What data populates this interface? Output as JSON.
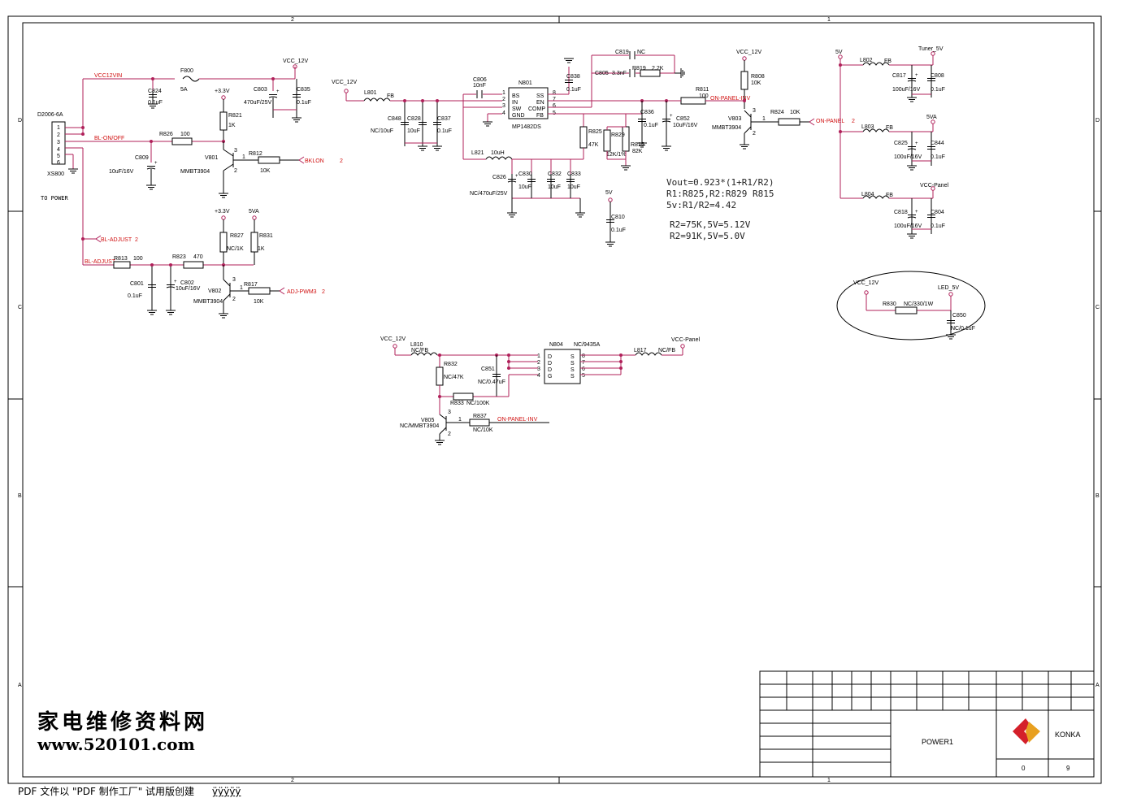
{
  "border": {
    "zone_numbers_top": [
      "2",
      "1"
    ],
    "zone_numbers_bottom": [
      "2",
      "1"
    ],
    "zone_letters_left": [
      "D",
      "C",
      "B",
      "A"
    ],
    "zone_letters_right": [
      "D",
      "C",
      "B",
      "A"
    ]
  },
  "connector": {
    "ref": "D2006-6A",
    "name": "XS800",
    "pins": [
      "1",
      "2",
      "3",
      "4",
      "5",
      "6"
    ],
    "caption": "TO POWER"
  },
  "nets": {
    "vcc12vin": "VCC12VIN",
    "bl_onoff": "BL-ON/OFF",
    "bkl_on": "BKLON",
    "bkl_on_sheet": "2",
    "bl_adjust_port": "BL-ADJUST",
    "bl_adjust_port_sheet": "2",
    "bl_adjust": "BL-ADJUST",
    "adj_pwm3": "ADJ-PWM3",
    "adj_pwm3_sheet": "2",
    "on_panel_inv": "ON-PANEL-INV",
    "on_panel": "ON-PANEL",
    "on_panel_sheet": "2",
    "on_panel_inv2": "ON-PANEL-INV",
    "vcc12v_a": "VCC_12V",
    "vcc12v_b": "VCC_12V",
    "vcc12v_c": "VCC_12V",
    "vcc12v_d": "VCC_12V",
    "vcc12v_e": "VCC_12V",
    "p33_a": "+3.3V",
    "p33_b": "+3.3V",
    "fiveva_a": "5VA",
    "fiveva_b": "5VA",
    "five_v_a": "5V",
    "five_v_b": "5V",
    "tuner5v": "Tuner_5V",
    "vcc_panel_a": "VCC-Panel",
    "vcc_panel_b": "VCC-Panel",
    "led5v": "LED_5V"
  },
  "fuse": {
    "ref": "F800",
    "value": "5A"
  },
  "caps": {
    "c824": {
      "ref": "C824",
      "value": "0.1uF"
    },
    "c803": {
      "ref": "C803",
      "value": "470uF/25V"
    },
    "c835": {
      "ref": "C835",
      "value": "0.1uF"
    },
    "c809": {
      "ref": "C809",
      "value": "10uF/16V"
    },
    "c801": {
      "ref": "C801",
      "value": "0.1uF"
    },
    "c802": {
      "ref": "C802",
      "value": "10uF/16V"
    },
    "c848": {
      "ref": "C848",
      "value": "NC/10uF"
    },
    "c828": {
      "ref": "C828",
      "value": "10uF"
    },
    "c837": {
      "ref": "C837",
      "value": "0.1uF"
    },
    "c806": {
      "ref": "C806",
      "value": "10nF"
    },
    "c838": {
      "ref": "C838",
      "value": "0.1uF"
    },
    "c819": {
      "ref": "C819",
      "value": "NC"
    },
    "c805": {
      "ref": "C805",
      "value": "3.3nF"
    },
    "c836": {
      "ref": "C836",
      "value": "0.1uF"
    },
    "c852": {
      "ref": "C852",
      "value": "10uF/16V"
    },
    "c826": {
      "ref": "C826",
      "value": "NC/470uF/25V"
    },
    "c830": {
      "ref": "C830",
      "value": "10uF"
    },
    "c832": {
      "ref": "C832",
      "value": "10uF"
    },
    "c833": {
      "ref": "C833",
      "value": "10uF"
    },
    "c810": {
      "ref": "C810",
      "value": "0.1uF"
    },
    "c817": {
      "ref": "C817",
      "value": "100uF/16V"
    },
    "c808": {
      "ref": "C808",
      "value": "0.1uF"
    },
    "c825": {
      "ref": "C825",
      "value": "100uF/16V"
    },
    "c844": {
      "ref": "C844",
      "value": "0.1uF"
    },
    "c818": {
      "ref": "C818",
      "value": "100uF/16V"
    },
    "c804": {
      "ref": "C804",
      "value": "0.1uF"
    },
    "c851": {
      "ref": "C851",
      "value": "NC/0.47uF"
    },
    "c850": {
      "ref": "C850",
      "value": "NC/0.1uF"
    }
  },
  "resistors": {
    "r826": {
      "ref": "R826",
      "value": "100"
    },
    "r821": {
      "ref": "R821",
      "value": "1K"
    },
    "r812": {
      "ref": "R812",
      "value": "10K"
    },
    "r827": {
      "ref": "R827",
      "value": "NC/1K"
    },
    "r831": {
      "ref": "R831",
      "value": "1K"
    },
    "r813": {
      "ref": "R813",
      "value": "100"
    },
    "r823": {
      "ref": "R823",
      "value": "470"
    },
    "r817": {
      "ref": "R817",
      "value": "10K"
    },
    "r819": {
      "ref": "R819",
      "value": "2.2K"
    },
    "r811": {
      "ref": "R811",
      "value": "100"
    },
    "r825": {
      "ref": "R825",
      "value": "47K"
    },
    "r829": {
      "ref": "R829",
      "value": "12K/1%"
    },
    "r815": {
      "ref": "R815",
      "value": "82K"
    },
    "r808": {
      "ref": "R808",
      "value": "10K"
    },
    "r824": {
      "ref": "R824",
      "value": "10K"
    },
    "r832": {
      "ref": "R832",
      "value": "NC/47K"
    },
    "r833": {
      "ref": "R833",
      "value": "NC/100K"
    },
    "r837": {
      "ref": "R837",
      "value": "NC/10K"
    },
    "r830": {
      "ref": "R830",
      "value": "NC/330/1W"
    }
  },
  "inductors": {
    "l801": {
      "ref": "L801",
      "value": "FB"
    },
    "l821": {
      "ref": "L821",
      "value": "10uH"
    },
    "l802": {
      "ref": "L802",
      "value": "FB"
    },
    "l803": {
      "ref": "L803",
      "value": "FB"
    },
    "l804": {
      "ref": "L804",
      "value": "FB"
    },
    "l810": {
      "ref": "L810",
      "value": "NC/FB"
    },
    "l817": {
      "ref": "L817",
      "value": "NC/FB"
    }
  },
  "transistors": {
    "v801": {
      "ref": "V801",
      "part": "MMBT3904"
    },
    "v802": {
      "ref": "V802",
      "part": "MMBT3904"
    },
    "v803": {
      "ref": "V803",
      "part": "MMBT3904"
    },
    "v805": {
      "ref": "V805",
      "part": "NC/MMBT3904"
    }
  },
  "pin_numbers": {
    "b": "1",
    "c": "3",
    "e": "2"
  },
  "ic_n801": {
    "ref": "N801",
    "part": "MP1482DS",
    "left_pins": [
      {
        "num": "1",
        "name": "BS"
      },
      {
        "num": "2",
        "name": "IN"
      },
      {
        "num": "3",
        "name": "SW"
      },
      {
        "num": "4",
        "name": "GND"
      }
    ],
    "right_pins": [
      {
        "num": "8",
        "name": "SS"
      },
      {
        "num": "7",
        "name": "EN"
      },
      {
        "num": "6",
        "name": "COMP"
      },
      {
        "num": "5",
        "name": "FB"
      }
    ]
  },
  "ic_n804": {
    "ref": "N804",
    "part": "NC/9435A",
    "left_pins": [
      {
        "num": "1",
        "name": "D"
      },
      {
        "num": "2",
        "name": "D"
      },
      {
        "num": "3",
        "name": "D"
      },
      {
        "num": "4",
        "name": "G"
      }
    ],
    "right_pins": [
      {
        "num": "8",
        "name": "S"
      },
      {
        "num": "7",
        "name": "S"
      },
      {
        "num": "6",
        "name": "S"
      },
      {
        "num": "5",
        "name": "S"
      }
    ]
  },
  "formula": {
    "line1": "Vout=0.923*(1+R1/R2)",
    "line2": "R1:R825,R2:R829 R815",
    "line3": "5v:R1/R2=4.42",
    "line4": "R2=75K,5V=5.12V",
    "line5": "R2=91K,5V=5.0V"
  },
  "title_block": {
    "title": "POWER1",
    "company": "KONKA",
    "sheet_left": "0",
    "sheet_right": "9",
    "brand_color": "#d4202a",
    "brand_color2": "#e8a020"
  },
  "watermark": {
    "chinese": "家电维修资料网",
    "url": "www.520101.com"
  },
  "pdf_footer": {
    "text": "PDF 文件以 \"PDF 制作工厂\" 试用版创建",
    "link": "ÿÿÿÿÿ"
  }
}
